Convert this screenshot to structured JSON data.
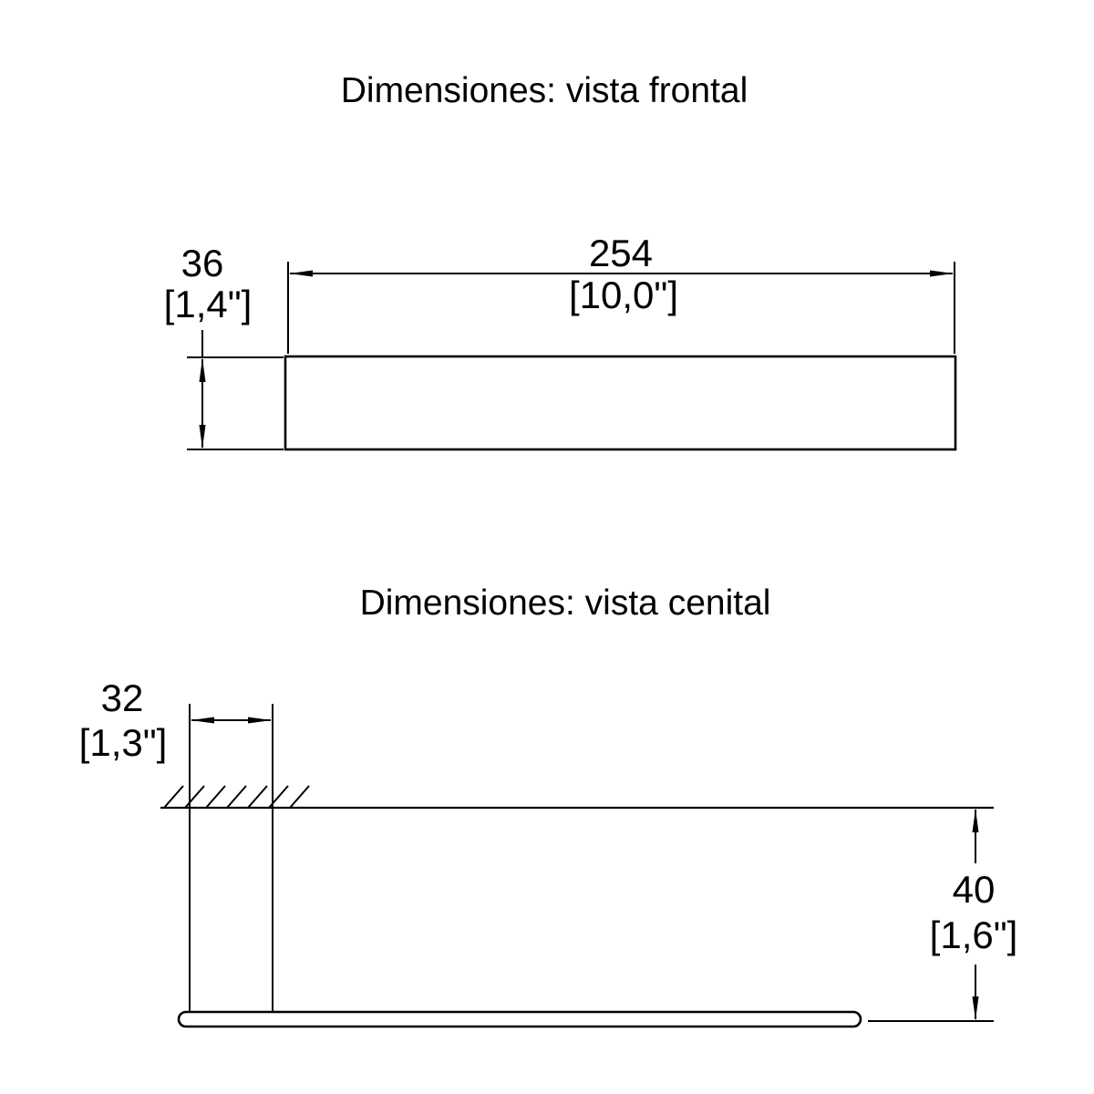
{
  "front_view": {
    "title": "Dimensiones: vista frontal",
    "width": {
      "mm": "254",
      "inches": "[10,0\"]"
    },
    "height": {
      "mm": "36",
      "inches": "[1,4\"]"
    }
  },
  "top_view": {
    "title": "Dimensiones: vista cenital",
    "wall_offset": {
      "mm": "32",
      "inches": "[1,3\"]"
    },
    "depth": {
      "mm": "40",
      "inches": "[1,6\"]"
    }
  },
  "colors": {
    "line": "#000000",
    "background": "#ffffff"
  }
}
